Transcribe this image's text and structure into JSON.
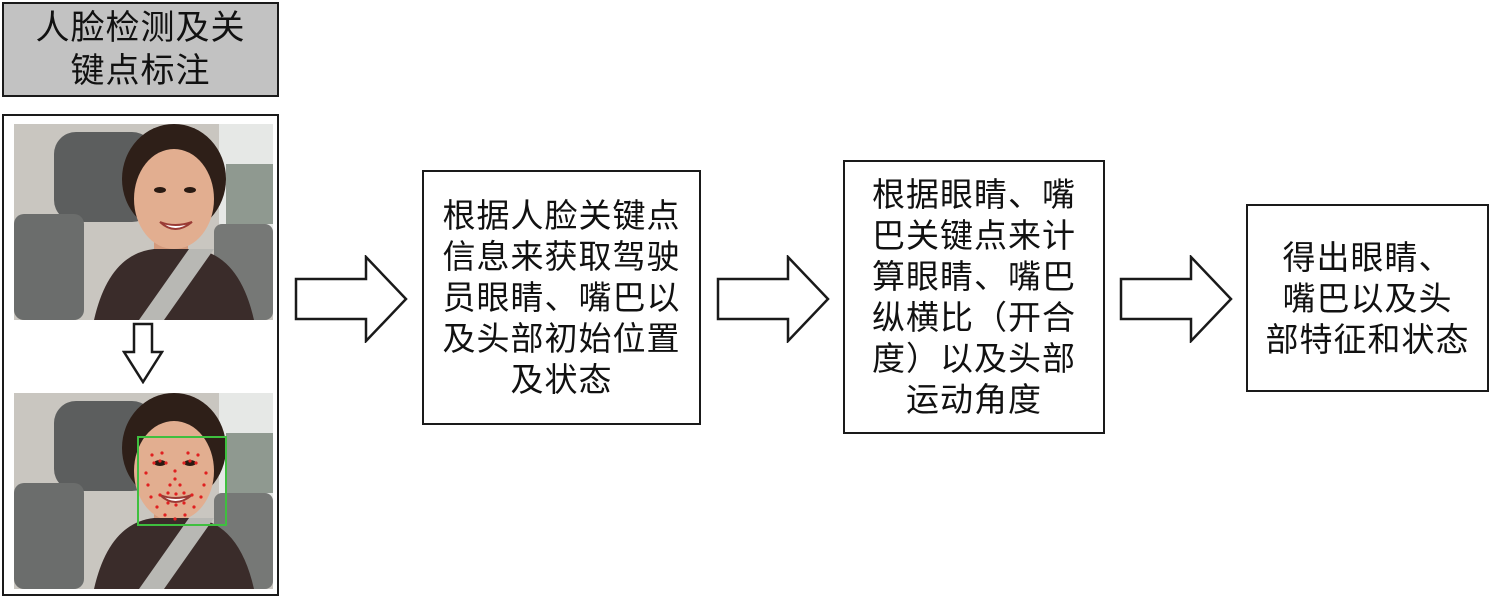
{
  "title_box": {
    "text": "人脸检测及关\n键点标注"
  },
  "steps": [
    {
      "text": "根据人脸关键点\n信息来获取驾驶\n员眼睛、嘴巴以\n及头部初始位置\n及状态"
    },
    {
      "text": "根据眼睛、嘴\n巴关键点来计\n算眼睛、嘴巴\n纵横比（开合\n度）以及头部\n运动角度"
    },
    {
      "text": "得出眼睛、\n嘴巴以及头\n部特征和状态"
    }
  ],
  "photos": [
    {
      "icon": "driver-face-photo",
      "has_detection_box": false
    },
    {
      "icon": "driver-face-landmark-photo",
      "has_detection_box": true
    }
  ],
  "colors": {
    "title_fill": "#c2c2c2",
    "box_border": "#1a1a1a",
    "detection_box": "#3fbf3f",
    "landmark_points": "#e02020"
  }
}
